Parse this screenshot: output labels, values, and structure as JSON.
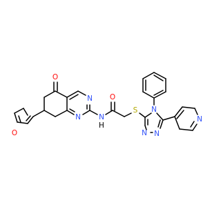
{
  "molecule": {
    "colors": {
      "bond": "#000000",
      "O": "#ff0d0d",
      "N": "#3050f8",
      "S": "#b2a800",
      "background": "#ffffff"
    },
    "labels": {
      "furan_O": "O",
      "ketone_O": "O",
      "pyrimidine_N1": "N",
      "pyrimidine_N3": "N",
      "amide_NH": "N",
      "amide_H": "H",
      "amide_O": "O",
      "thioether_S": "S",
      "triazole_N4": "N",
      "triazole_N1": "N",
      "triazole_N2": "N",
      "pyridine_N": "N"
    }
  }
}
